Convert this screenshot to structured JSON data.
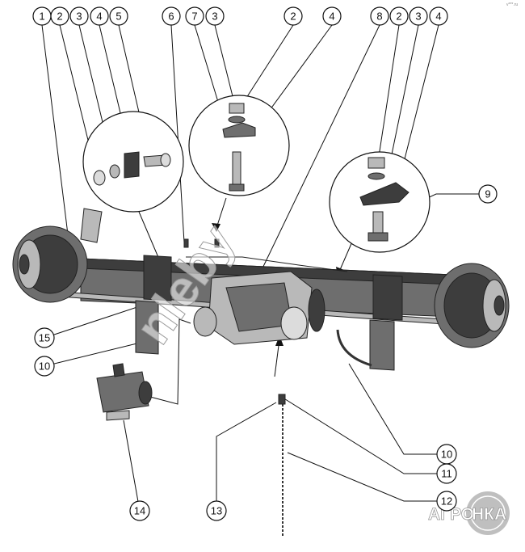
{
  "callouts": {
    "c1": "1",
    "c2a": "2",
    "c3a": "3",
    "c4a": "4",
    "c5": "5",
    "c6": "6",
    "c7": "7",
    "c3b": "3",
    "c2b": "2",
    "c4b": "4",
    "c8": "8",
    "c2c": "2",
    "c3c": "3",
    "c4c": "4",
    "c9": "9",
    "c15": "15",
    "c10a": "10",
    "c10b": "10",
    "c11": "11",
    "c12": "12",
    "c13": "13",
    "c14": "14"
  },
  "watermark": "nleby",
  "logo": {
    "text_left": "АГРО",
    "text_right": "НКА"
  },
  "corner_mark": "v***.ru",
  "colors": {
    "line": "#111111",
    "part_dark": "#3d3d3d",
    "part_mid": "#6e6e6e",
    "part_light": "#b9b9b9",
    "logo_gray": "#8a8a8a"
  }
}
